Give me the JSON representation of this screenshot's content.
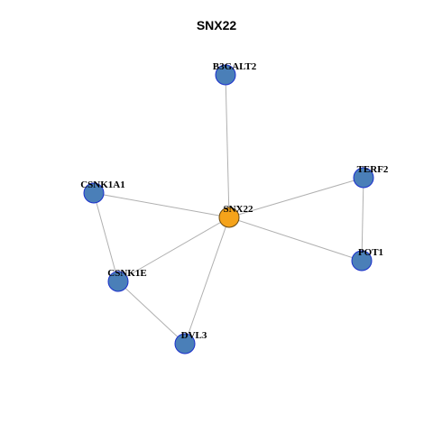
{
  "title": "SNX22",
  "colors": {
    "hub_fill": "#f5a31a",
    "hub_stroke": "#6b4a12",
    "node_fill": "#4a7fb8",
    "node_stroke": "#1a2fcc",
    "edge": "#b0b0b0"
  },
  "nodes": [
    {
      "id": "SNX22",
      "label": "SNX22",
      "hub": true
    },
    {
      "id": "B3GALT2",
      "label": "B3GALT2"
    },
    {
      "id": "TERF2",
      "label": "TERF2"
    },
    {
      "id": "POT1",
      "label": "POT1"
    },
    {
      "id": "CSNK1A1",
      "label": "CSNK1A1"
    },
    {
      "id": "CSNK1E",
      "label": "CSNK1E"
    },
    {
      "id": "DVL3",
      "label": "DVL3"
    }
  ],
  "edges": [
    [
      "SNX22",
      "B3GALT2"
    ],
    [
      "SNX22",
      "TERF2"
    ],
    [
      "SNX22",
      "POT1"
    ],
    [
      "SNX22",
      "CSNK1A1"
    ],
    [
      "SNX22",
      "CSNK1E"
    ],
    [
      "SNX22",
      "DVL3"
    ],
    [
      "TERF2",
      "POT1"
    ],
    [
      "CSNK1A1",
      "CSNK1E"
    ],
    [
      "CSNK1E",
      "DVL3"
    ]
  ]
}
